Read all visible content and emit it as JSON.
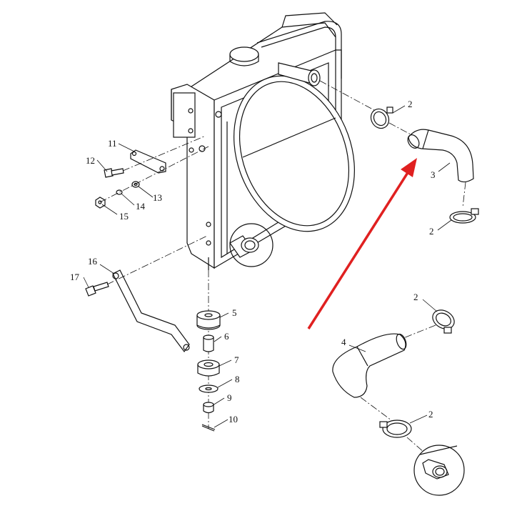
{
  "callouts": [
    {
      "id": "c11",
      "text": "11"
    },
    {
      "id": "c12",
      "text": "12"
    },
    {
      "id": "c13",
      "text": "13"
    },
    {
      "id": "c14",
      "text": "14"
    },
    {
      "id": "c15",
      "text": "15"
    },
    {
      "id": "c16",
      "text": "16"
    },
    {
      "id": "c17",
      "text": "17"
    },
    {
      "id": "c5",
      "text": "5"
    },
    {
      "id": "c6",
      "text": "6"
    },
    {
      "id": "c7",
      "text": "7"
    },
    {
      "id": "c8",
      "text": "8"
    },
    {
      "id": "c9",
      "text": "9"
    },
    {
      "id": "c10",
      "text": "10"
    },
    {
      "id": "c2a",
      "text": "2"
    },
    {
      "id": "c3",
      "text": "3"
    },
    {
      "id": "c2b",
      "text": "2"
    },
    {
      "id": "c2c",
      "text": "2"
    },
    {
      "id": "c4",
      "text": "4"
    },
    {
      "id": "c2d",
      "text": "2"
    }
  ],
  "colors": {
    "line": "#111111",
    "arrow": "#e02020",
    "background": "#ffffff"
  }
}
